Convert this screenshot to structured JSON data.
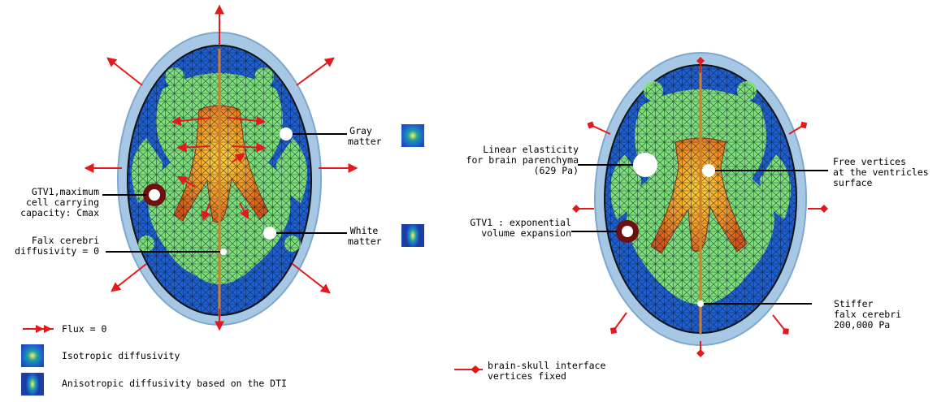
{
  "left_panel": {
    "gray_matter": "Gray\nmatter",
    "white_matter": "White\nmatter",
    "gtv1": "GTV1,maximum\ncell carrying\ncapacity: Cmax",
    "falx": "Falx cerebri\ndiffusivity = 0",
    "legend": {
      "flux": "Flux = 0",
      "isotropic": "Isotropic diffusivity",
      "anisotropic": "Anisotropic diffusivity based on the DTI"
    }
  },
  "right_panel": {
    "linear_elasticity": "Linear elasticity\nfor brain parenchyma\n(629 Pa)",
    "free_vertices": "Free vertices\nat the ventricles\nsurface",
    "gtv1": "GTV1 : exponential\nvolume expansion",
    "stiffer_falx": "Stiffer\nfalx cerebri\n200,000 Pa",
    "legend": {
      "fixed": "brain-skull interface\nvertices fixed"
    }
  },
  "colors": {
    "arrow": "#e31a1c",
    "skull": "#a6c8e4",
    "gray_matter": "#1f5fd0",
    "white_matter": "#7fe07a",
    "ventricle": "#f07a1a",
    "tumor": "#6e1010"
  },
  "icons": [
    "isotropic-diffusion-icon",
    "anisotropic-diffusion-icon",
    "flux-zero-arrow-icon",
    "fixed-vertex-icon"
  ]
}
